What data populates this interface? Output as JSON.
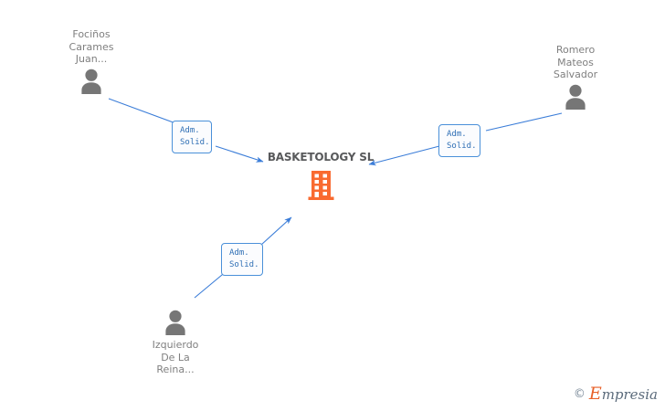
{
  "graph": {
    "company": {
      "name": "BASKETOLOGY SL",
      "icon": "building-icon",
      "color": "#f96a30"
    },
    "persons": [
      {
        "id": "focinos",
        "label": "Fociños\nCarames\nJuan...",
        "icon": "person-icon",
        "position": "top-left"
      },
      {
        "id": "romero",
        "label": "Romero\nMateos\nSalvador",
        "icon": "person-icon",
        "position": "top-right"
      },
      {
        "id": "izquierdo",
        "label": "Izquierdo\nDe La\nReina...",
        "icon": "person-icon",
        "position": "bottom-left"
      }
    ],
    "relations": [
      {
        "id": "rel-focinos",
        "label": "Adm.\nSolid.",
        "from": "focinos",
        "to": "company"
      },
      {
        "id": "rel-romero",
        "label": "Adm.\nSolid.",
        "from": "romero",
        "to": "company"
      },
      {
        "id": "rel-izquierdo",
        "label": "Adm.\nSolid.",
        "from": "izquierdo",
        "to": "company"
      }
    ],
    "edge_color": "#3b7dd8",
    "person_color": "#767676",
    "label_color": "#7f7f7f"
  },
  "watermark": {
    "copyright": "©",
    "initial": "E",
    "rest": "mpresia"
  }
}
